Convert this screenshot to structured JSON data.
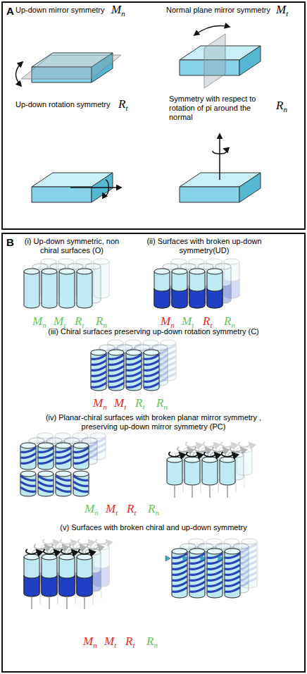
{
  "diagram": {
    "nodes": [
      {
        "text": [
          "A"
        ]
      },
      {
        "text": [
          "B"
        ]
      }
    ],
    "labels": [
      "Up-down mirror symmetry",
      "Mn",
      "Normal plane mirror symmetry",
      "Mt",
      "Up-down rotation symmetry",
      "Rt",
      "Symmetry with respect to rotation of pi around the normal",
      "Rn",
      "(i) Up-down symmetric, non chiral surfaces (O)",
      "Mn",
      "Mt",
      "Rt",
      "Rn",
      "(ii) Surfaces with broken up-down symmetry(UD)",
      "Mn",
      "Mt",
      "Rt",
      "Rn",
      "(iii) Chiral surfaces preserving up-down rotation symmetry (C)",
      "Mn",
      "Mt",
      "Rt",
      "Rn",
      "(iv) Planar-chiral surfaces with broken planar mirror symmetry , preserving up-down mirror symmetry (PC)",
      "Mn",
      "Mt",
      "Rt",
      "Rn",
      "(v) Surfaces with broken chiral and up-down symmetry",
      "Mn",
      "Mt",
      "Rt",
      "Rn"
    ]
  }
}
